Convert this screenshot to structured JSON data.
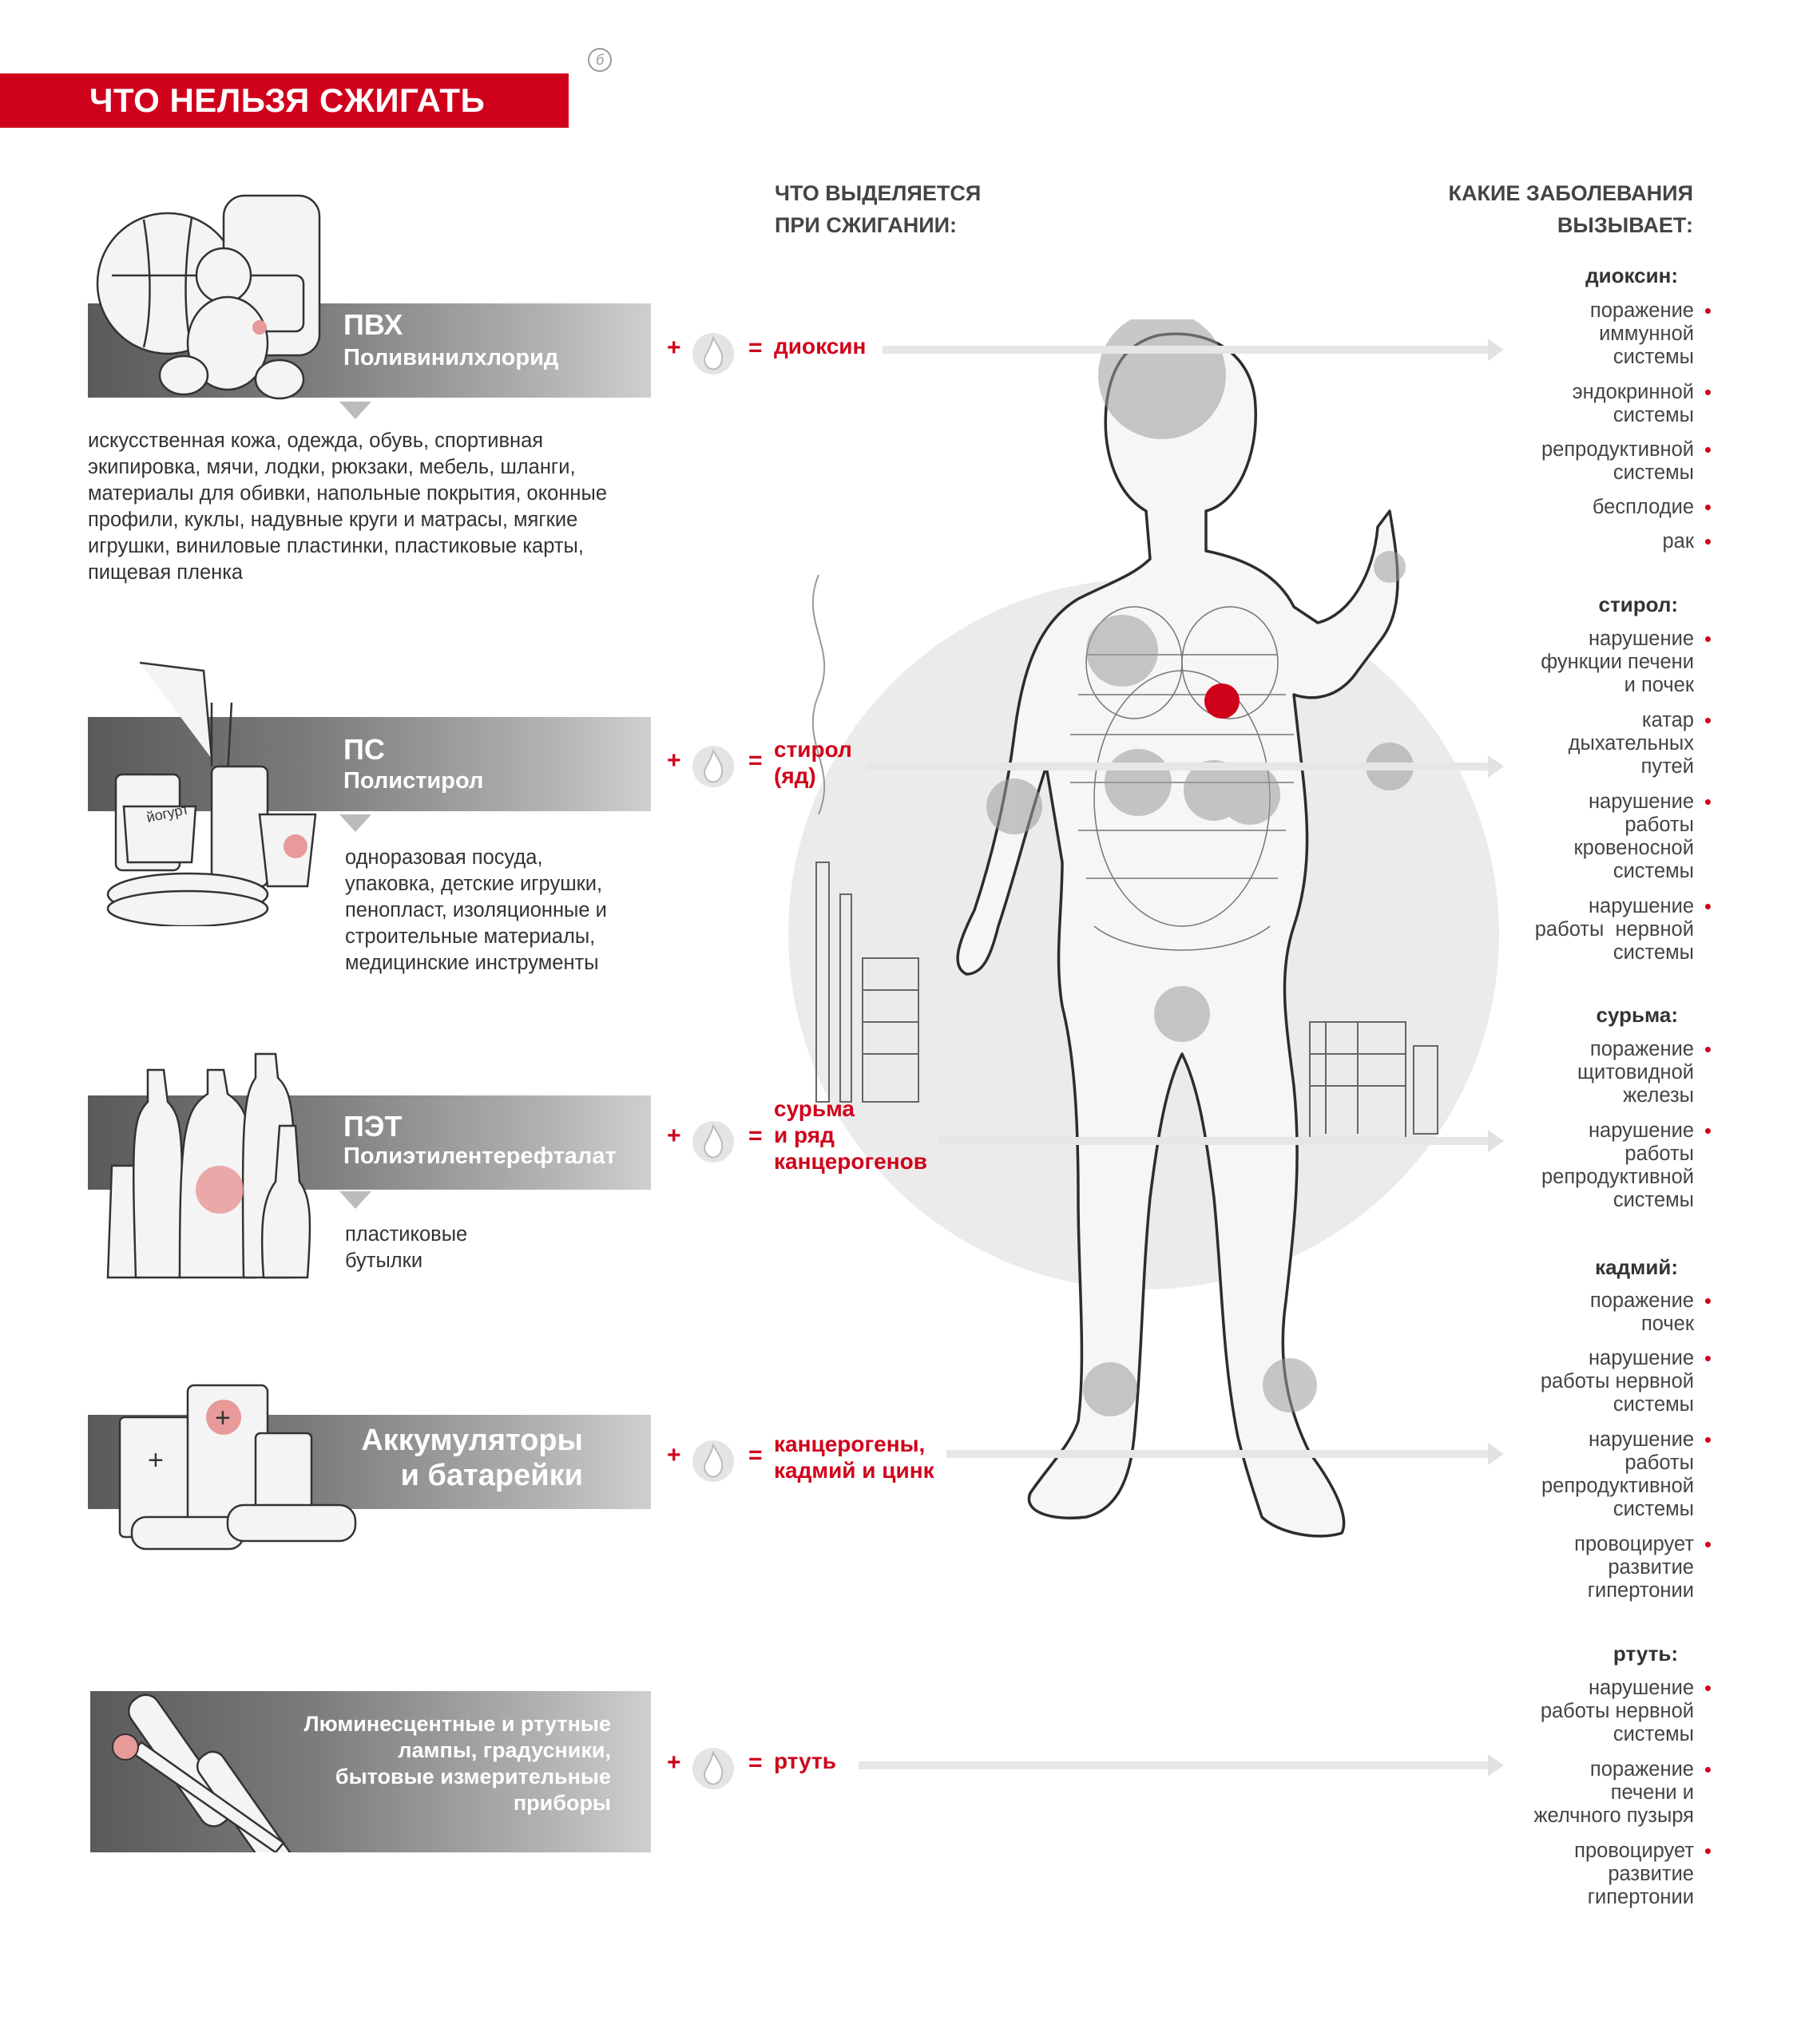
{
  "title": "ЧТО НЕЛЬЗЯ СЖИГАТЬ",
  "copyright_mark": "б",
  "headers": {
    "released": [
      "ЧТО ВЫДЕЛЯЕТСЯ",
      "ПРИ СЖИГАНИИ:"
    ],
    "diseases": [
      "КАКИЕ ЗАБОЛЕВАНИЯ",
      "ВЫЗЫВАЕТ:"
    ]
  },
  "operators": {
    "plus": "+",
    "equals": "="
  },
  "colors": {
    "accent": "#d0021b",
    "band_dark": "#5a5a5a",
    "band_light": "#cfcfcf",
    "text": "#333333"
  },
  "items": [
    {
      "name": "ПВХ",
      "full_name": "Поливинилхлорид",
      "description": [
        "искусственная кожа, одежда, обувь, спортивная",
        "экипировка, мячи, лодки, рюкзаки, мебель, шланги,",
        "материалы для обивки, напольные покрытия, оконные",
        "профили, куклы, надувные круги и матрасы, мягкие",
        "игрушки, виниловые пластинки, пластиковые карты,",
        "пищевая пленка"
      ],
      "result": [
        "диоксин"
      ]
    },
    {
      "name": "ПС",
      "full_name": "Полистирол",
      "description": [
        "одноразовая посуда,",
        "упаковка, детские игрушки,",
        "пенопласт, изоляционные и",
        "строительные материалы,",
        "медицинские инструменты"
      ],
      "result": [
        "стирол",
        "(яд)"
      ]
    },
    {
      "name": "ПЭТ",
      "full_name": "Полиэтилентерефталат",
      "description": [
        "пластиковые",
        "бутылки"
      ],
      "result": [
        "сурьма",
        "и ряд",
        "канцерогенов"
      ]
    },
    {
      "name_lines": [
        "Аккумуляторы",
        "и батарейки"
      ],
      "result": [
        "канцерогены,",
        "кадмий и цинк"
      ]
    },
    {
      "name_lines": [
        "Люминесцентные и ртутные",
        "лампы, градусники,",
        "бытовые измерительные",
        "приборы"
      ],
      "result": [
        "ртуть"
      ]
    }
  ],
  "yogurt_label": "йогурт",
  "diseases": [
    {
      "substance": "диоксин:",
      "effects": [
        [
          "поражение",
          "иммунной",
          "системы"
        ],
        [
          "эндокринной",
          "системы"
        ],
        [
          "репродуктивной",
          "системы"
        ],
        [
          "бесплодие"
        ],
        [
          "рак"
        ]
      ]
    },
    {
      "substance": "стирол:",
      "effects": [
        [
          "нарушение",
          "функции печени",
          "и почек"
        ],
        [
          "катар",
          "дыхательных",
          "путей"
        ],
        [
          "нарушение",
          "работы",
          "кровеносной",
          "системы"
        ],
        [
          "нарушение",
          "работы  нервной",
          "системы"
        ]
      ]
    },
    {
      "substance": "сурьма:",
      "effects": [
        [
          "поражение",
          "щитовидной",
          "железы"
        ],
        [
          "нарушение",
          "работы",
          "репродуктивной",
          "системы"
        ]
      ]
    },
    {
      "substance": "кадмий:",
      "effects": [
        [
          "поражение",
          "почек"
        ],
        [
          "нарушение",
          "работы нервной",
          "системы"
        ],
        [
          "нарушение",
          "работы",
          "репродуктивной",
          "системы"
        ],
        [
          "провоцирует",
          "развитие",
          "гипертонии"
        ]
      ]
    },
    {
      "substance": "ртуть:",
      "effects": [
        [
          "нарушение",
          "работы нервной",
          "системы"
        ],
        [
          "поражение",
          "печени и",
          "желчного пузыря"
        ],
        [
          "провоцирует",
          "развитие",
          "гипертонии"
        ]
      ]
    }
  ]
}
